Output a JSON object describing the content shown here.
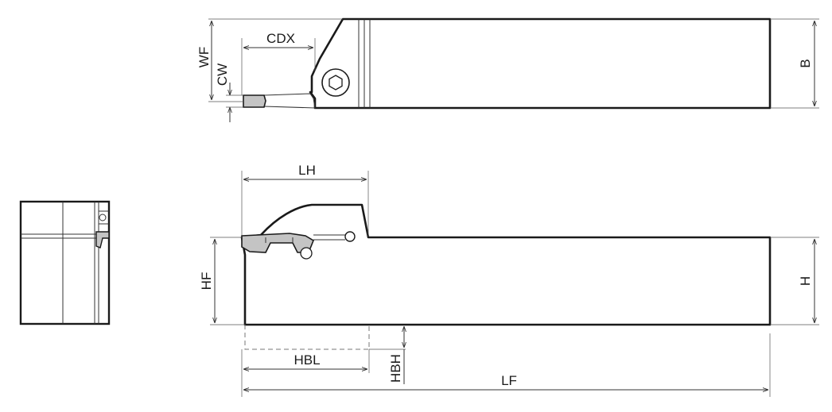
{
  "colors": {
    "line": "#1a1a1a",
    "insert": "#c4c4c4",
    "background": "#ffffff"
  },
  "labels": {
    "wf": "WF",
    "cw": "CW",
    "cdx": "CDX",
    "b": "B",
    "lh": "LH",
    "hf": "HF",
    "h": "H",
    "hbl": "HBL",
    "hbh": "HBH",
    "lf": "LF"
  }
}
